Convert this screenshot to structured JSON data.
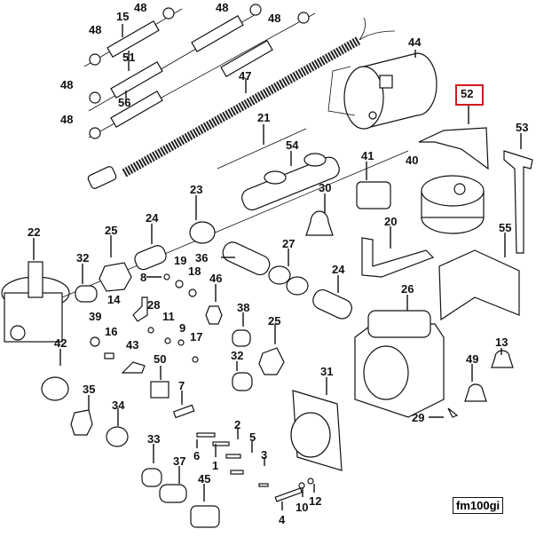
{
  "diagram": {
    "highlight_color": "#d11a1a",
    "highlighted_part": "52",
    "figure_code": "fm100gi",
    "labels": {
      "p15": "15",
      "p48a": "48",
      "p48b": "48",
      "p48c": "48",
      "p48d": "48",
      "p48e": "48",
      "p48f": "48",
      "p51": "51",
      "p56": "56",
      "p47": "47",
      "p44": "44",
      "p52": "52",
      "p53": "53",
      "p21": "21",
      "p54": "54",
      "p41": "41",
      "p40": "40",
      "p22": "22",
      "p25a": "25",
      "p24a": "24",
      "p23": "23",
      "p30": "30",
      "p20": "20",
      "p55": "55",
      "p32a": "32",
      "p19": "19",
      "p36": "36",
      "p8": "8",
      "p18": "18",
      "p46": "46",
      "p27": "27",
      "p24b": "24",
      "p14": "14",
      "p28": "28",
      "p26": "26",
      "p39": "39",
      "p11": "11",
      "p9": "9",
      "p38": "38",
      "p16": "16",
      "p17": "17",
      "p42": "42",
      "p43": "43",
      "p25b": "25",
      "p32b": "32",
      "p50": "50",
      "p49": "49",
      "p13": "13",
      "p35": "35",
      "p31": "31",
      "p7": "7",
      "p34": "34",
      "p29": "29",
      "p2": "2",
      "p33": "33",
      "p5": "5",
      "p6": "6",
      "p1": "1",
      "p3": "3",
      "p37": "37",
      "p45": "45",
      "p4": "4",
      "p10": "10",
      "p12": "12"
    }
  }
}
